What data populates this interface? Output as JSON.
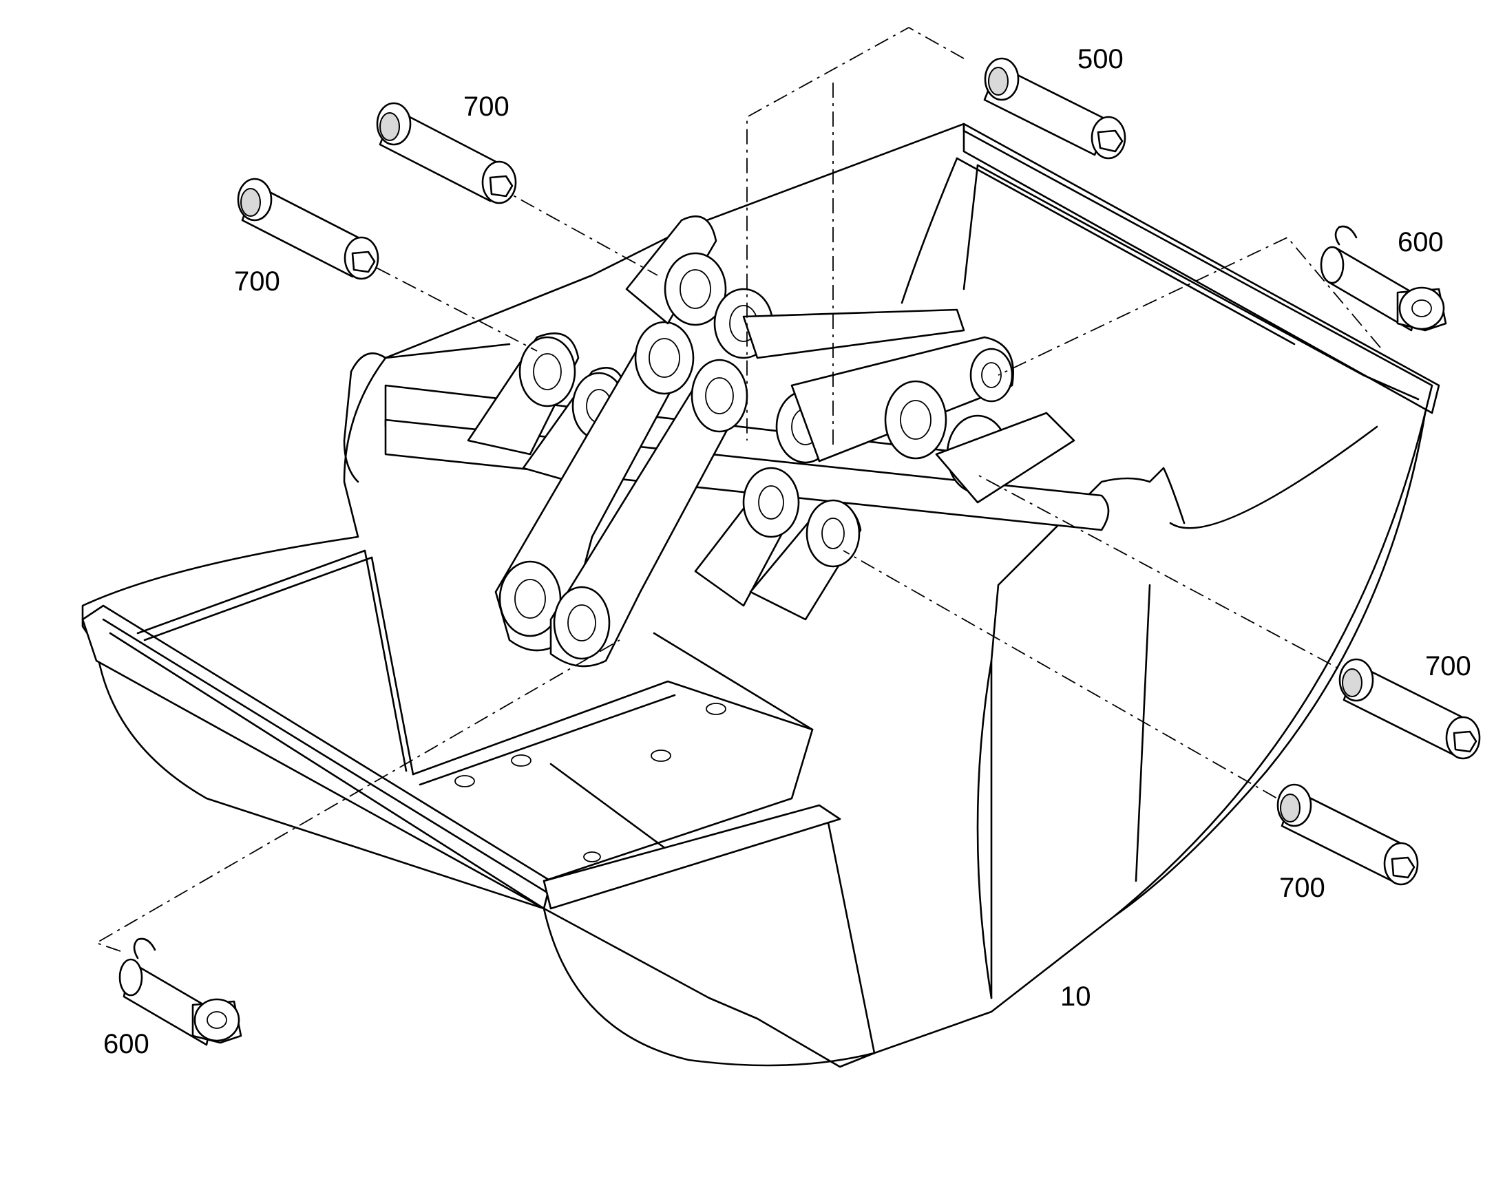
{
  "figure": {
    "labels": {
      "pin_500": "500",
      "pin_700_upper_left_a": "700",
      "pin_700_upper_left_b": "700",
      "pin_600_right": "600",
      "pin_700_right_a": "700",
      "pin_700_right_b": "700",
      "pin_600_left": "600",
      "bucket": "10"
    }
  }
}
